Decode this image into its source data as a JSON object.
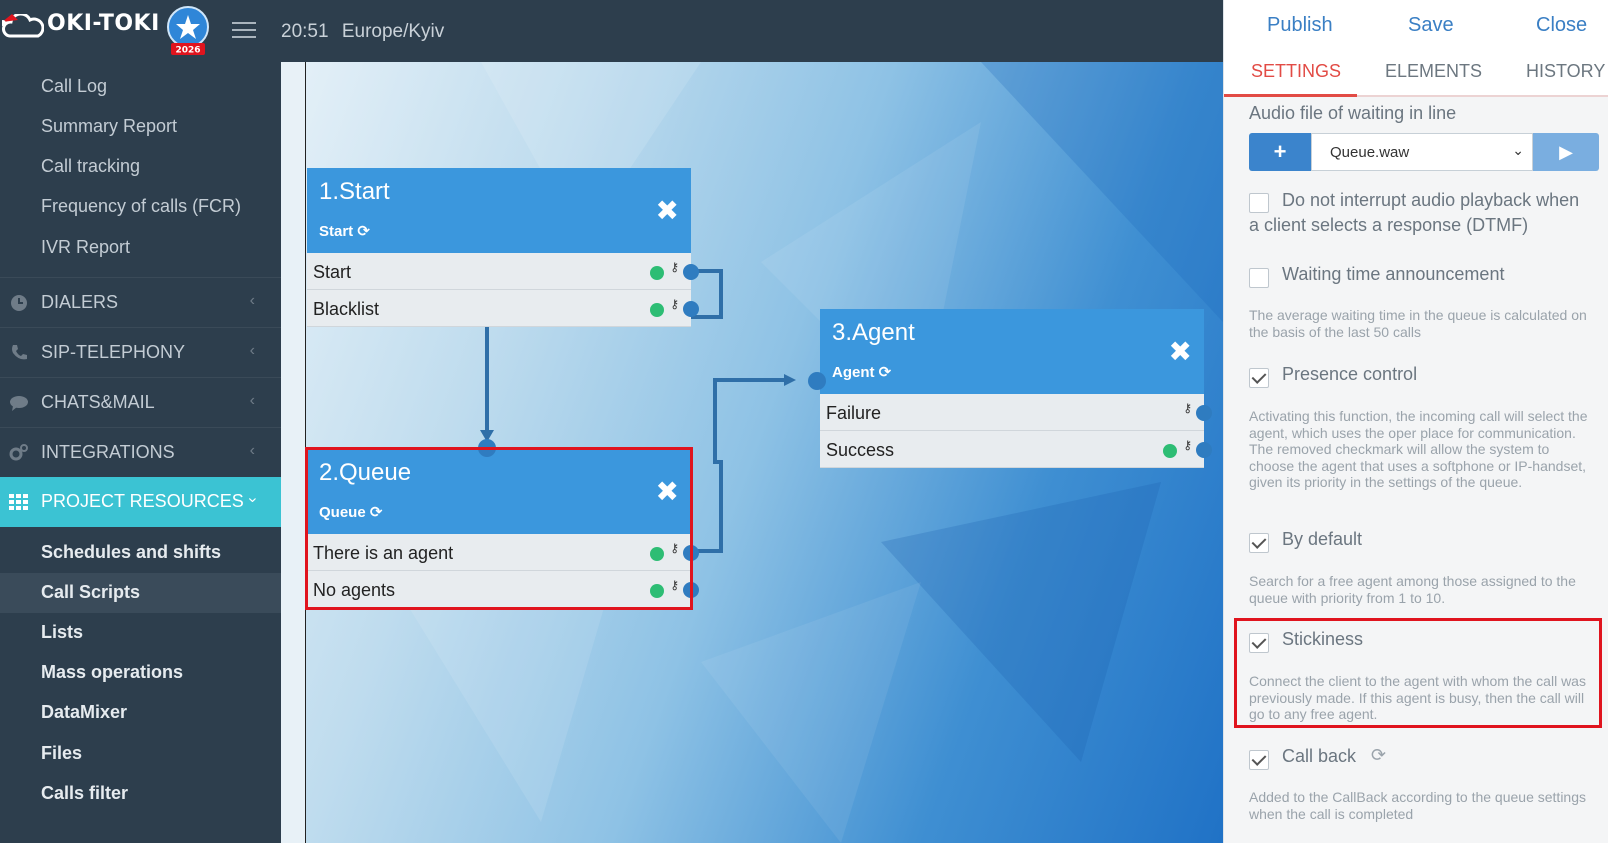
{
  "header": {
    "logo_text": "OKI-TOKI",
    "badge_year": "2026",
    "time": "20:51",
    "timezone": "Europe/Kyiv"
  },
  "sidebar": {
    "sub_items": [
      "Call Log",
      "Summary Report",
      "Call tracking",
      "Frequency of calls (FCR)",
      "IVR Report"
    ],
    "sections": [
      {
        "label": "DIALERS",
        "icon": "clock-icon"
      },
      {
        "label": "SIP-TELEPHONY",
        "icon": "phone-icon"
      },
      {
        "label": "CHATS&MAIL",
        "icon": "chat-icon"
      },
      {
        "label": "INTEGRATIONS",
        "icon": "gears-icon"
      },
      {
        "label": "PROJECT RESOURCES",
        "icon": "grid-icon"
      }
    ],
    "resources": [
      "Schedules and shifts",
      "Call Scripts",
      "Lists",
      "Mass operations",
      "DataMixer",
      "Files",
      "Calls filter"
    ]
  },
  "canvas": {
    "nodes": [
      {
        "title": "1.Start",
        "subtitle": "Start",
        "rows": [
          "Start",
          "Blacklist"
        ]
      },
      {
        "title": "2.Queue",
        "subtitle": "Queue",
        "rows": [
          "There is an agent",
          "No agents"
        ]
      },
      {
        "title": "3.Agent",
        "subtitle": "Agent",
        "rows": [
          "Failure",
          "Success"
        ]
      }
    ]
  },
  "panel": {
    "actions": {
      "publish": "Publish",
      "save": "Save",
      "close": "Close"
    },
    "tabs": {
      "settings": "SETTINGS",
      "elements": "ELEMENTS",
      "history": "HISTORY"
    },
    "audio_label": "Audio file of waiting in line",
    "audio_file": "Queue.waw",
    "options": {
      "no_interrupt": "Do not interrupt audio playback when a client selects a response (DTMF)",
      "waiting_time": "Waiting time announcement",
      "waiting_time_desc": "The average waiting time in the queue is calculated on the basis of the last 50 calls",
      "presence": "Presence control",
      "presence_desc": "Activating this function, the incoming call will select the agent, which uses the oper place for communication. The removed checkmark will allow the system to choose the agent that uses a softphone or IP-handset, given its priority in the settings of the queue.",
      "by_default": "By default",
      "by_default_desc": "Search for a free agent among those assigned to the queue with priority from 1 to 10.",
      "stickiness": "Stickiness",
      "stickiness_desc": "Connect the client to the agent with whom the call was previously made. If this agent is busy, then the call will go to any free agent.",
      "call_back": "Call back",
      "call_back_desc": "Added to the CallBack according to the queue settings when the call is completed"
    }
  },
  "colors": {
    "sidebar_bg": "#2d3e4d",
    "accent_cyan": "#3bc3d3",
    "node_blue": "#3b97dd",
    "highlight_red": "#e0141e",
    "tab_active": "#e24b45",
    "link_blue": "#3a7fc4"
  }
}
